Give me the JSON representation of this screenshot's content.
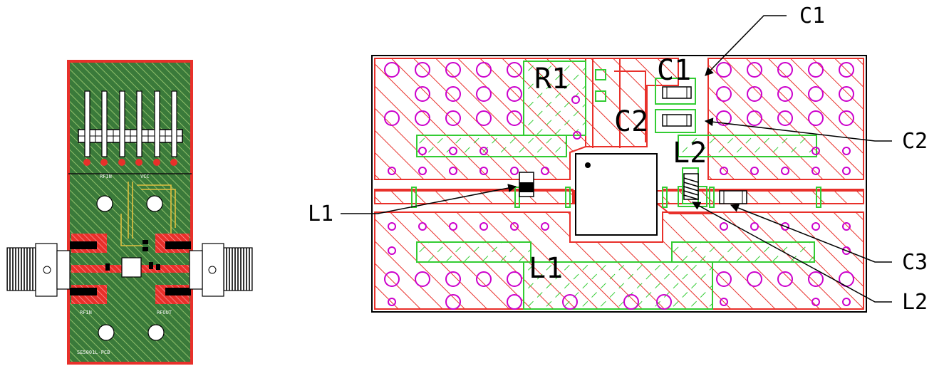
{
  "colors": {
    "board_green": "#3a7a3a",
    "copper_red": "#e8302a",
    "via_magenta": "#cc00cc",
    "silk_green": "#33cc33",
    "connector_grey": "#888888",
    "ink": "#000000"
  },
  "left_board": {
    "labels": {
      "top_left": "RFIN",
      "top_right": "VCC",
      "mid_left": "RFIN",
      "mid_right": "RFOUT",
      "bottom": "SE5001L-PCB"
    }
  },
  "layout_detail": {
    "inner_labels": {
      "r1": "R1",
      "c1": "C1",
      "c2": "C2",
      "l2": "L2",
      "l1": "L1"
    },
    "callouts": {
      "c1": "C1",
      "c2": "C2",
      "l1": "L1",
      "c3": "C3",
      "l2": "L2"
    }
  }
}
